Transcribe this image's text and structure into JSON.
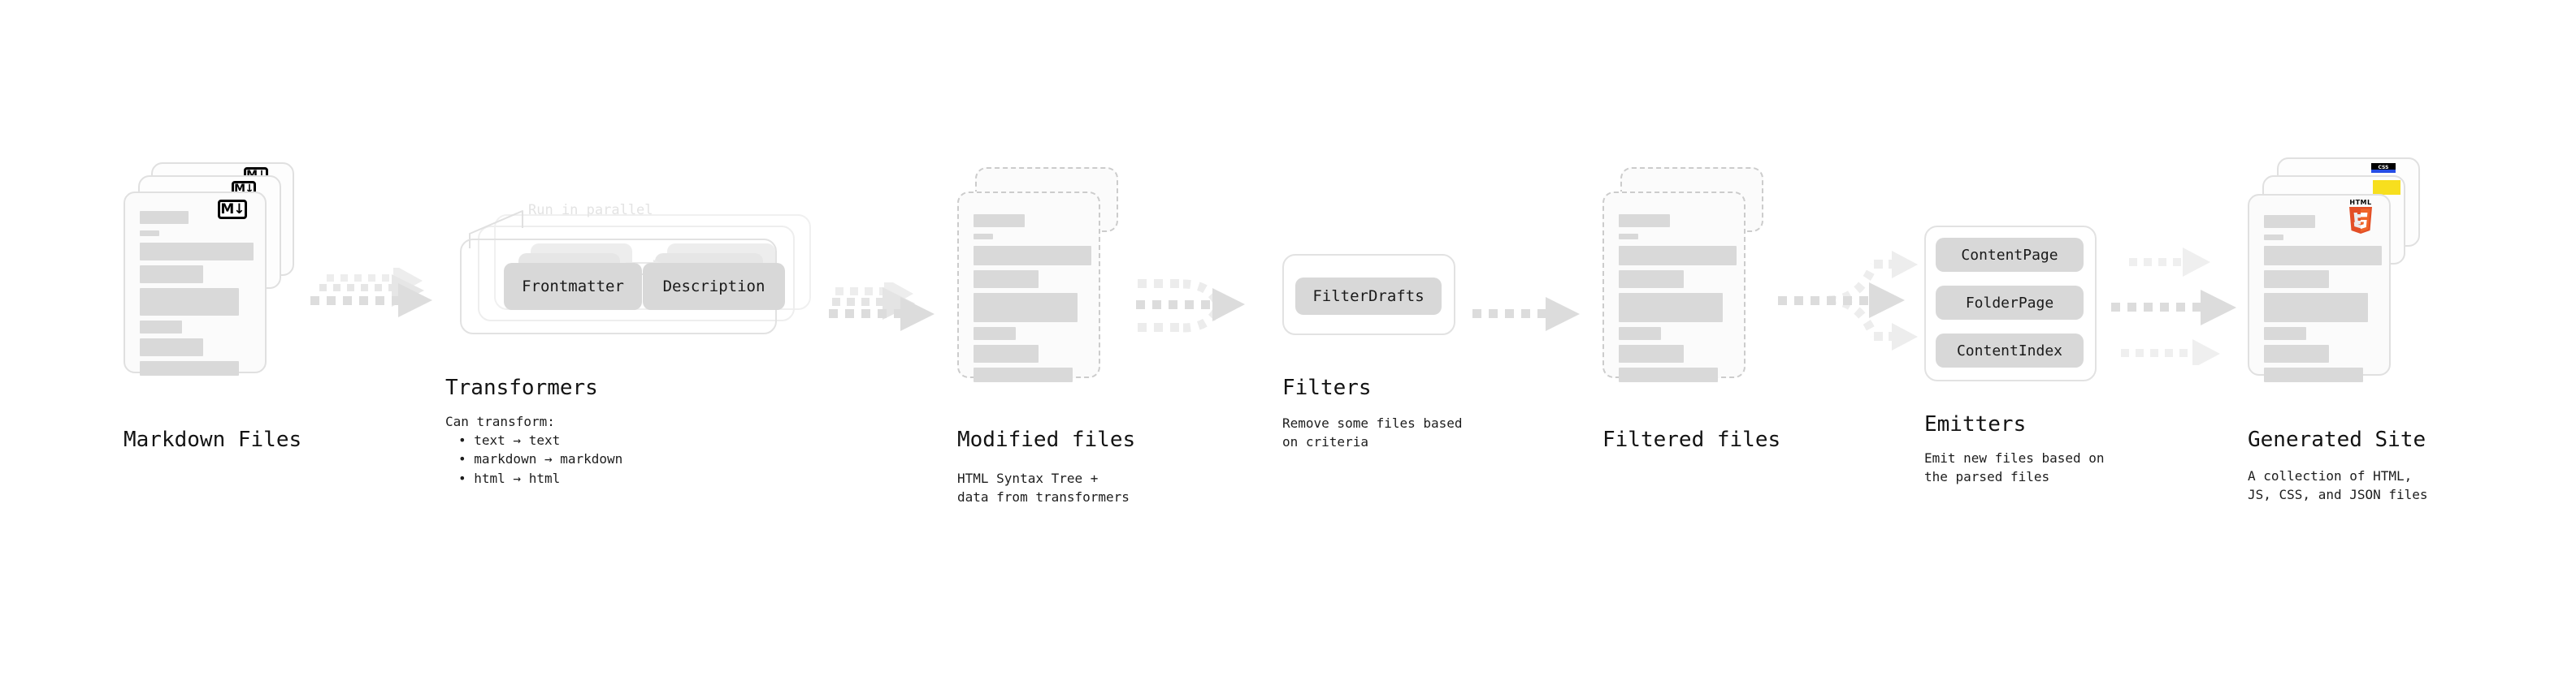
{
  "diagram": {
    "title_color": "#131313",
    "accent_muted": "#d9d9d9",
    "stages": [
      {
        "id": "markdown-files",
        "title": "Markdown Files",
        "subtitle": "",
        "badge": "markdown-badge",
        "badge_text": "M↓"
      },
      {
        "id": "transformers",
        "title": "Transformers",
        "subtitle_lead": "Can transform:",
        "subtitle_items": [
          "text → text",
          "markdown → markdown",
          "html → html"
        ],
        "annotation": "Run in parallel",
        "nodes": [
          "Frontmatter",
          "Description"
        ]
      },
      {
        "id": "modified-files",
        "title": "Modified files",
        "subtitle": "HTML Syntax Tree +\ndata from transformers"
      },
      {
        "id": "filters",
        "title": "Filters",
        "subtitle": "Remove some files based\non criteria",
        "nodes": [
          "FilterDrafts"
        ]
      },
      {
        "id": "filtered-files",
        "title": "Filtered files",
        "subtitle": ""
      },
      {
        "id": "emitters",
        "title": "Emitters",
        "subtitle": "Emit new files based on\nthe parsed files",
        "nodes": [
          "ContentPage",
          "FolderPage",
          "ContentIndex"
        ]
      },
      {
        "id": "generated-site",
        "title": "Generated Site",
        "subtitle": "A collection of HTML,\nJS, CSS, and JSON files",
        "badges": [
          "css-badge",
          "js-badge",
          "html5-badge"
        ],
        "badge_texts": {
          "css": "CSS",
          "js": "JS",
          "html5": "HTML"
        }
      }
    ]
  }
}
